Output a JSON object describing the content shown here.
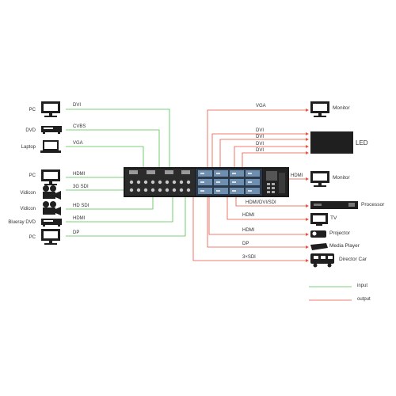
{
  "colors": {
    "input": "#4fc34f",
    "output": "#e8533f",
    "device": "#1f1f1f"
  },
  "inputs": {
    "devices": [
      "PC",
      "DVD",
      "Laptop",
      "PC",
      "Vidicon",
      "Vidicon",
      "Blueray DVD",
      "PC"
    ],
    "signals": [
      "DVI",
      "CVBS",
      "VGA",
      "HDMI",
      "3G SDI",
      "HD SDI",
      "HDMI",
      "DP"
    ]
  },
  "outputs": {
    "devices": [
      "Monitor",
      "LED",
      "Monitor",
      "Processor",
      "TV",
      "Projector",
      "Media Player",
      "Director Car"
    ],
    "signals": [
      "VGA",
      "DVI",
      "DVI",
      "DVI",
      "DVI",
      "HDMI",
      "HDMI/DVI/SDI",
      "HDMI",
      "HDMI",
      "DP",
      "3×SDI"
    ]
  },
  "legend": {
    "input": "input",
    "output": "output"
  }
}
